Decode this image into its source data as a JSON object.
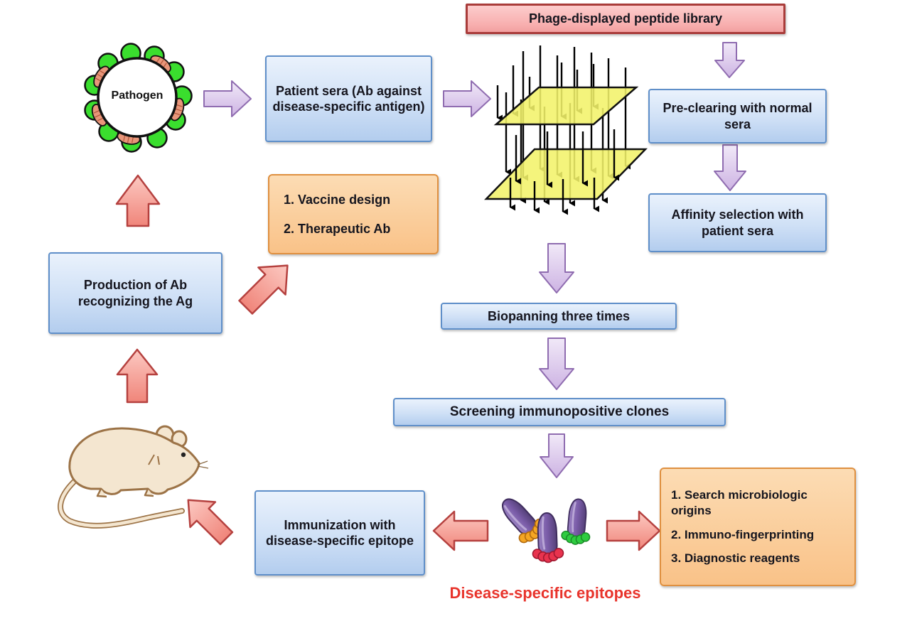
{
  "diagram": {
    "pathogen": {
      "label": "Pathogen"
    },
    "boxes": {
      "phage_library": {
        "label": "Phage-displayed peptide library"
      },
      "patient_sera": {
        "label": "Patient sera (Ab against disease-specific antigen)"
      },
      "pre_clearing": {
        "label": "Pre-clearing with normal sera"
      },
      "affinity_selection": {
        "label": "Affinity selection with patient sera"
      },
      "biopanning": {
        "label": "Biopanning three times"
      },
      "screening": {
        "label": "Screening immunopositive clones"
      },
      "vaccine_applications": {
        "items": [
          "1. Vaccine design",
          "2. Therapeutic Ab"
        ]
      },
      "production": {
        "label": "Production of Ab recognizing the Ag"
      },
      "immunization": {
        "label": "Immunization with disease-specific epitope"
      },
      "diagnostic_applications": {
        "items": [
          "1. Search microbiologic origins",
          "2. Immuno-fingerprinting",
          "3. Diagnostic reagents"
        ]
      }
    },
    "captions": {
      "epitopes": "Disease-specific epitopes"
    },
    "colors": {
      "blue_box_fill": "#cfe0f6",
      "blue_box_border": "#5f8fc9",
      "pink_box_fill": "#f8b0b0",
      "pink_box_border": "#a93c3a",
      "orange_box_fill": "#f9c288",
      "orange_box_border": "#df9040",
      "purple_arrow_fill": "#d9c3ea",
      "purple_arrow_border": "#8f6cb0",
      "red_arrow_fill": "#f7a69c",
      "red_arrow_border": "#b5413f",
      "epitopes_text": "#e8342c",
      "plate_yellow": "#f3f36a",
      "pathogen_green": "#3ade2e",
      "pathogen_spike": "#e8967a",
      "phage_purple": "#7a5ca8",
      "mouse_fill": "#f4e6d0"
    }
  }
}
